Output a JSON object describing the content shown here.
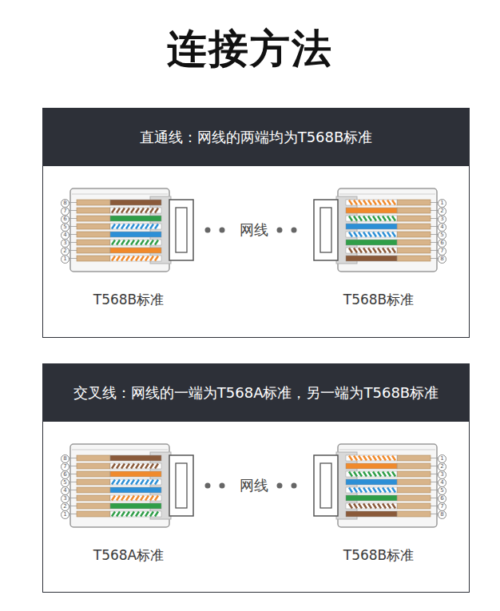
{
  "diagram": {
    "title": "连接方法",
    "nodes": [
      {
        "text": [
          "直通线：网线的两端均为T568B标准"
        ]
      },
      {
        "text": [
          "T568B标准"
        ],
        "in": 0
      },
      {
        "text": [
          "T568B标准"
        ],
        "in": 0
      },
      {
        "text": [
          "交叉线：网线的一端为T568A标准，另一端为T568B标准"
        ]
      },
      {
        "text": [
          "T568A标准"
        ],
        "in": 3
      },
      {
        "text": [
          "T568B标准"
        ],
        "in": 3
      }
    ],
    "edges": [
      {
        "from": 1,
        "to": 2,
        "arrow": "none",
        "label": "网线"
      },
      {
        "from": 4,
        "to": 5,
        "arrow": "none",
        "label": "网线"
      }
    ],
    "labels": [
      "8",
      "7",
      "6",
      "5",
      "4",
      "3",
      "2",
      "1",
      "1",
      "2",
      "3",
      "4",
      "5",
      "6",
      "7",
      "8",
      "8",
      "7",
      "6",
      "5",
      "4",
      "3",
      "2",
      "1",
      "1",
      "2",
      "3",
      "4",
      "5",
      "6",
      "7",
      "8"
    ]
  }
}
